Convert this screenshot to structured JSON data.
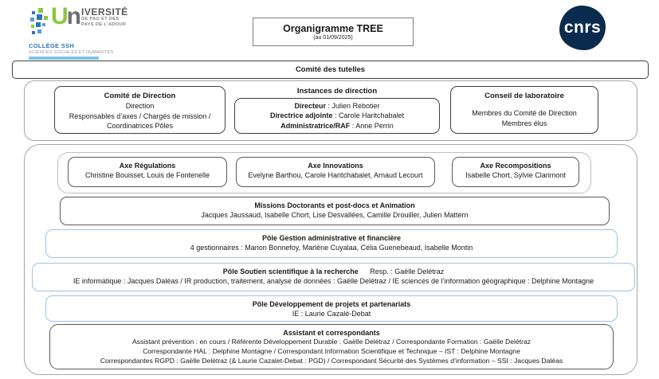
{
  "colors": {
    "pole_border_blue": "#9DC3E6",
    "cnrs_navy": "#0B2B4E",
    "uppa_green": "#8CC63F",
    "uppa_blue": "#2E75B6",
    "college_bar_blue": "#7EC3E6"
  },
  "header": {
    "uppa": {
      "letter_u": "U",
      "letter_n": "n",
      "name_rest": "IVERSITÉ",
      "name_line2": "DE PAU ET DES",
      "name_line3": "PAYS DE L’ADOUR",
      "college": "COLLÈGE SSH",
      "college_sub": "SCIENCES SOCIALES ET HUMANITÉS"
    },
    "title": "Organigramme TREE",
    "subtitle": "(au 01/09/2025)",
    "cnrs_label": "cnrs"
  },
  "tutelles": {
    "title": "Comité des tutelles"
  },
  "direction": {
    "comite": {
      "title": "Comité de Direction",
      "line1": "Direction",
      "line2": "Responsables d’axes / Chargés de mission /",
      "line3": "Coordinatrices Pôles"
    },
    "instances": {
      "title": "Instances de direction",
      "lines": [
        {
          "label": "Directeur",
          "value": " : Julien Rebotier"
        },
        {
          "label": "Directrice adjointe",
          "value": " : Carole Haritchabalet"
        },
        {
          "label": "Administratrice/RAF",
          "value": " : Anne Perrin"
        }
      ]
    },
    "conseil": {
      "title": "Conseil de laboratoire",
      "line1": "Membres du Comité de Direction",
      "line2": "Membres élus"
    }
  },
  "axes": [
    {
      "title": "Axe Régulations",
      "members": "Christine Bouisset, Louis de Fontenelle"
    },
    {
      "title": "Axe Innovations",
      "members": "Evelyne Barthou, Carole Haritchabalet, Arnaud Lecourt"
    },
    {
      "title": "Axe Recompositions",
      "members": "Isabelle Chort, Sylvie Clarimont"
    }
  ],
  "missions": {
    "title": "Missions Doctorants et post-docs et Animation",
    "members": "Jacques Jaussaud, Isabelle Chort, Lise Desvallées, Camille Drouiller, Julien Mattern"
  },
  "poles": {
    "gestion": {
      "title": "Pôle Gestion administrative et financière",
      "members": "4 gestionnaires : Marion Bonnefoy, Marlène Cuyalaa, Célia Guenebeaud, Isabelle Montin"
    },
    "soutien": {
      "title": "Pôle Soutien scientifique à la recherche",
      "resp": "Resp. : Gaëlle Delétraz",
      "members": "IE informatique : Jacques Daléas / IR production, traitement, analyse de données : Gaëlle Delétraz / IE sciences de l’information géographique : Delphine Montagne"
    },
    "developpement": {
      "title": "Pôle Développement de projets et partenariats",
      "members": "IE : Laurie Cazalé-Debat"
    }
  },
  "assistant": {
    "title": "Assistant et correspondants",
    "line1": "Assistant prévention : en cours /  Référente Développement Durable : Gaëlle Delétraz / Correspondante Formation : Gaëlle Delétraz",
    "line2": "Correspondante HAL : Delphine Montagne / Correspondant Information Scientifique et Technique – IST : Delphine Montagne",
    "line3": "Correspondantes RGPD : Gaëlle Delétraz (& Laurie Cazalet-Debat : PGD) / Correspondant Sécurité des Systèmes d’information – SSI : Jacques Daléas"
  }
}
